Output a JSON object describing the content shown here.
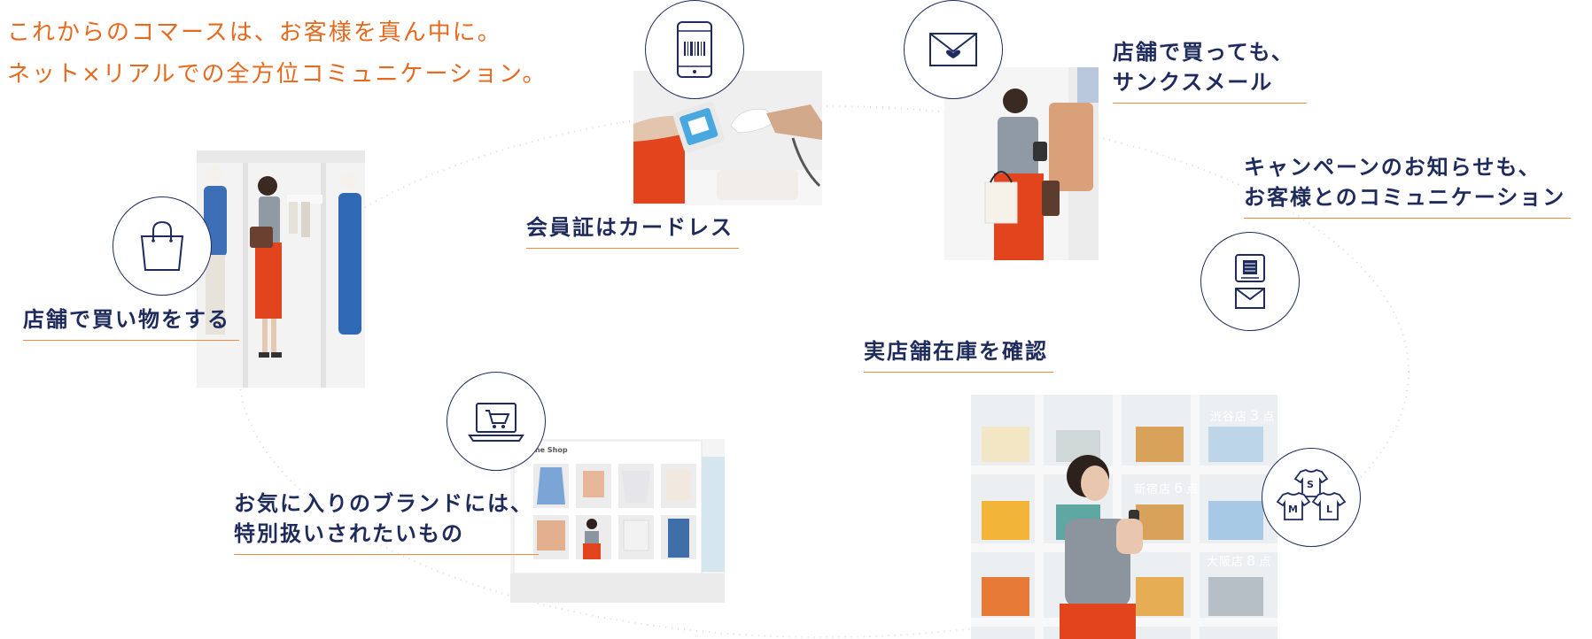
{
  "headline": {
    "line1": "これからのコマースは、お客様を真ん中に。",
    "line2": "ネット×リアルでの全方位コミュニケーション。"
  },
  "steps": {
    "shop": {
      "label": "店舗で買い物をする",
      "icon": "shopping-bag-icon"
    },
    "card": {
      "label": "会員証はカードレス",
      "icon": "smartphone-barcode-icon"
    },
    "thanks": {
      "line1": "店舗で買っても、",
      "line2": "サンクスメール",
      "icon": "envelope-heart-icon"
    },
    "campaign": {
      "line1": "キャンペーンのお知らせも、",
      "line2": "お客様とのコミュニケーション",
      "icon": "mail-newsletter-icon"
    },
    "stock": {
      "label": "実店舗在庫を確認",
      "icon": "tshirt-sizes-icon"
    },
    "favorite": {
      "line1": "お気に入りのブランドには、",
      "line2": "特別扱いされたいもの",
      "icon": "laptop-cart-icon"
    }
  },
  "stock_tags": [
    {
      "store": "渋谷店",
      "count": "3",
      "unit": "点"
    },
    {
      "store": "新宿店",
      "count": "6",
      "unit": "点"
    },
    {
      "store": "大阪店",
      "count": "8",
      "unit": "点"
    }
  ],
  "sizes": [
    "S",
    "M",
    "L"
  ],
  "online_shop_title": "Online Shop",
  "colors": {
    "navy": "#1e2b5c",
    "accent_orange": "#e56a1f",
    "underline": "#f08a3c"
  }
}
